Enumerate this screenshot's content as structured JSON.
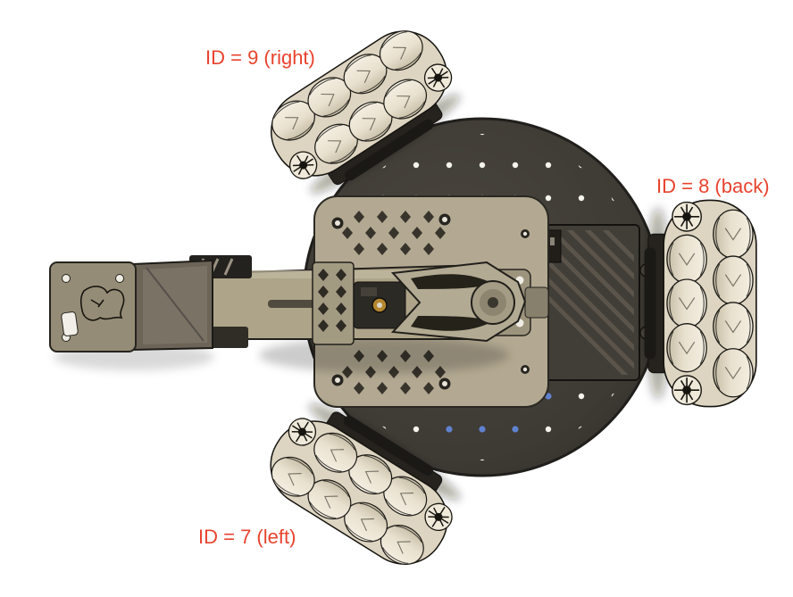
{
  "annotations": {
    "wheel_9_right": {
      "label": "ID = 9 (right)"
    },
    "wheel_8_back": {
      "label": "ID = 8 (back)"
    },
    "wheel_7_left": {
      "label": "ID = 7 (left)"
    }
  },
  "colors": {
    "annotation_text": "#e8432e",
    "background": "#ffffff",
    "base_plate": "#3e3a34",
    "hole_dots_white": "#f5f3ee",
    "hole_dots_blue": "#5f82cf",
    "wheel_body": "#e9e2d1",
    "wheel_bracket": "#26231f",
    "arm_body": "#aea489",
    "arm_mount_plate": "#b3a992",
    "gripper_gray": "#6b6457",
    "grille_cover": "#413d37"
  }
}
